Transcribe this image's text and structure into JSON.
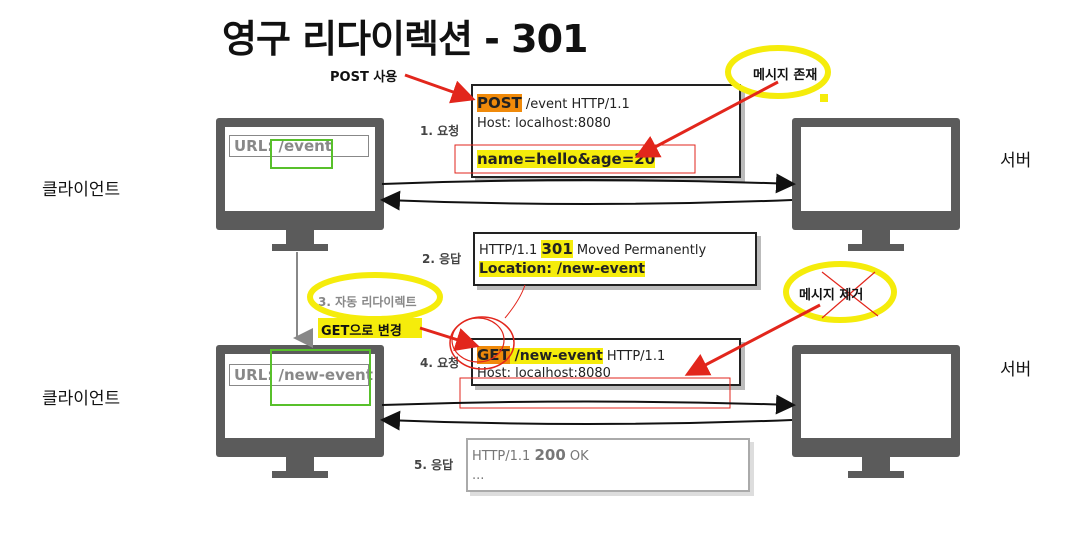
{
  "title": "영구 리다이렉션 - 301",
  "client_label_1": "클라이언트",
  "client_label_2": "클라이언트",
  "server_label_1": "서버",
  "server_label_2": "서버",
  "client1_url": "URL: /event",
  "client2_url": "URL: /new-event",
  "step1": {
    "label": "1. 요청",
    "method": "POST",
    "path": " /event",
    "version": " HTTP/1.1",
    "host": "Host: localhost:8080",
    "body": "name=hello&age=20"
  },
  "step2": {
    "label": "2. 응답",
    "prefix": "HTTP/1.1 ",
    "status": "301",
    "reason": " Moved Permanently",
    "location": "Location: /new-event"
  },
  "step3": {
    "label": "3. 자동 리다이렉트"
  },
  "step4": {
    "label": "4. 요청",
    "method": "GET",
    "path": " /new-event",
    "version": " HTTP/1.1",
    "host": "Host: localhost:8080"
  },
  "step5": {
    "label": "5. 응답",
    "prefix": "HTTP/1.1 ",
    "status": "200",
    "reason": " OK",
    "more": "..."
  },
  "annotations": {
    "post_use": "POST 사용",
    "message_exists": "메시지 존재",
    "message_removed": "메시지 제거",
    "change_to_get": "GET으로 변경"
  },
  "colors": {
    "highlight_yellow": "#f5ec0b",
    "highlight_orange": "#f08a0a",
    "arrow_red": "#e2261c",
    "box_green": "#58c02b"
  }
}
